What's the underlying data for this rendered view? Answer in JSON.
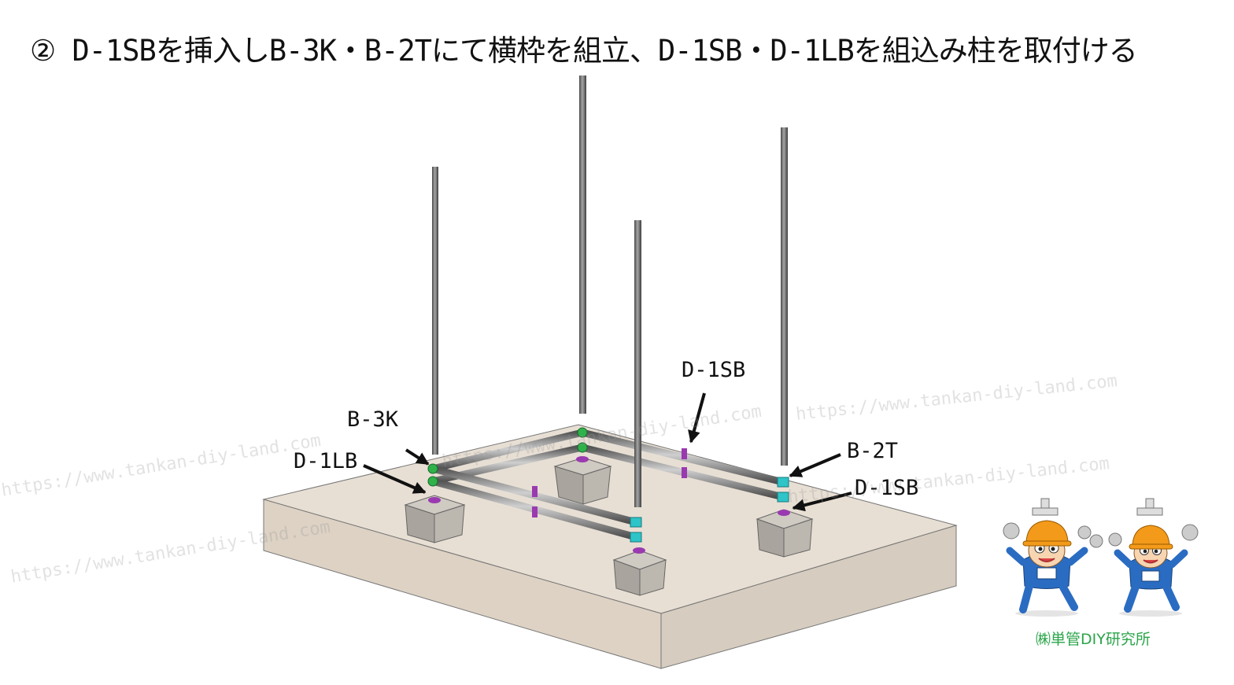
{
  "title": "② D-1SBを挿入しB-3K・B-2Tにて横枠を組立、D-1SB・D-1LBを組込み柱を取付ける",
  "labels": {
    "b3k": "B-3K",
    "d1lb": "D-1LB",
    "d1sb_top": "D-1SB",
    "b2t": "B-2T",
    "d1sb_right": "D-1SB"
  },
  "company": "㈱単管DIY研究所",
  "watermark": "https://www.tankan-diy-land.com",
  "colors": {
    "slab": "#e6ddd2",
    "pipe": "#7a7a7a",
    "joint_green": "#2fb24a",
    "joint_cyan": "#2ec4c8",
    "joint_purple": "#9a3ab0",
    "helmet": "#f39a1a",
    "uniform": "#2a6cc2",
    "company_text": "#2aa54a"
  }
}
